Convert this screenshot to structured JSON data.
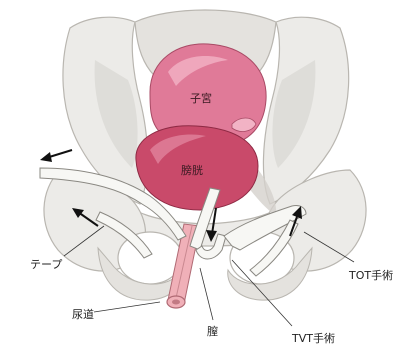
{
  "labels": {
    "uterus": "子宮",
    "bladder": "膀胱",
    "tape": "テープ",
    "urethra": "尿道",
    "vagina": "膣",
    "tvt": "TVT手術",
    "tot": "TOT手術"
  },
  "colors": {
    "bone_fill": "#ecebe8",
    "bone_shade": "#d9d7d3",
    "bone_stroke": "#b9b6b0",
    "uterus": "#e07a98",
    "uterus_light": "#f2b3c5",
    "bladder": "#c94a6a",
    "bladder_light": "#e48aa4",
    "urethra": "#f0b0b8",
    "tape_fill": "#f7f7f4",
    "tape_stroke": "#8a8882",
    "arrow": "#111111",
    "leader": "#333333"
  }
}
